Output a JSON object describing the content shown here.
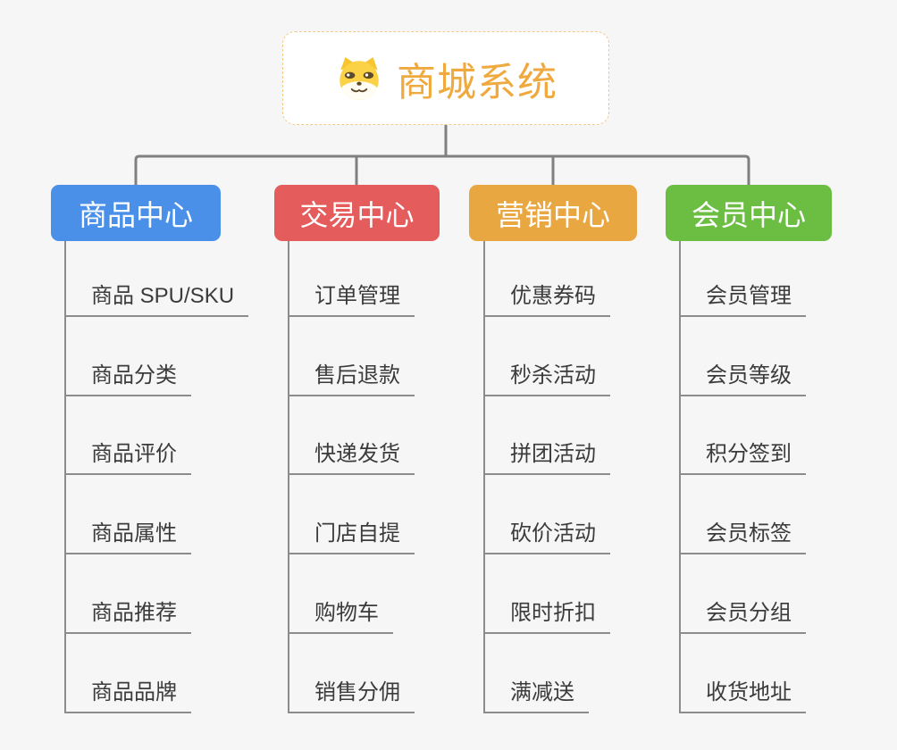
{
  "root": {
    "title": "商城系统",
    "icon": "dog-face-icon"
  },
  "branches": [
    {
      "label": "商品中心",
      "color": "#4a90e8",
      "items": [
        "商品 SPU/SKU",
        "商品分类",
        "商品评价",
        "商品属性",
        "商品推荐",
        "商品品牌"
      ]
    },
    {
      "label": "交易中心",
      "color": "#e45c5c",
      "items": [
        "订单管理",
        "售后退款",
        "快递发货",
        "门店自提",
        "购物车",
        "销售分佣"
      ]
    },
    {
      "label": "营销中心",
      "color": "#e9a742",
      "items": [
        "优惠券码",
        "秒杀活动",
        "拼团活动",
        "砍价活动",
        "限时折扣",
        "满减送"
      ]
    },
    {
      "label": "会员中心",
      "color": "#6cbe43",
      "items": [
        "会员管理",
        "会员等级",
        "积分签到",
        "会员标签",
        "会员分组",
        "收货地址"
      ]
    }
  ],
  "colors": {
    "title": "#efa93e",
    "root_border": "#f2c98a",
    "connector": "#808080",
    "leaf_line": "#8c8c8c"
  }
}
